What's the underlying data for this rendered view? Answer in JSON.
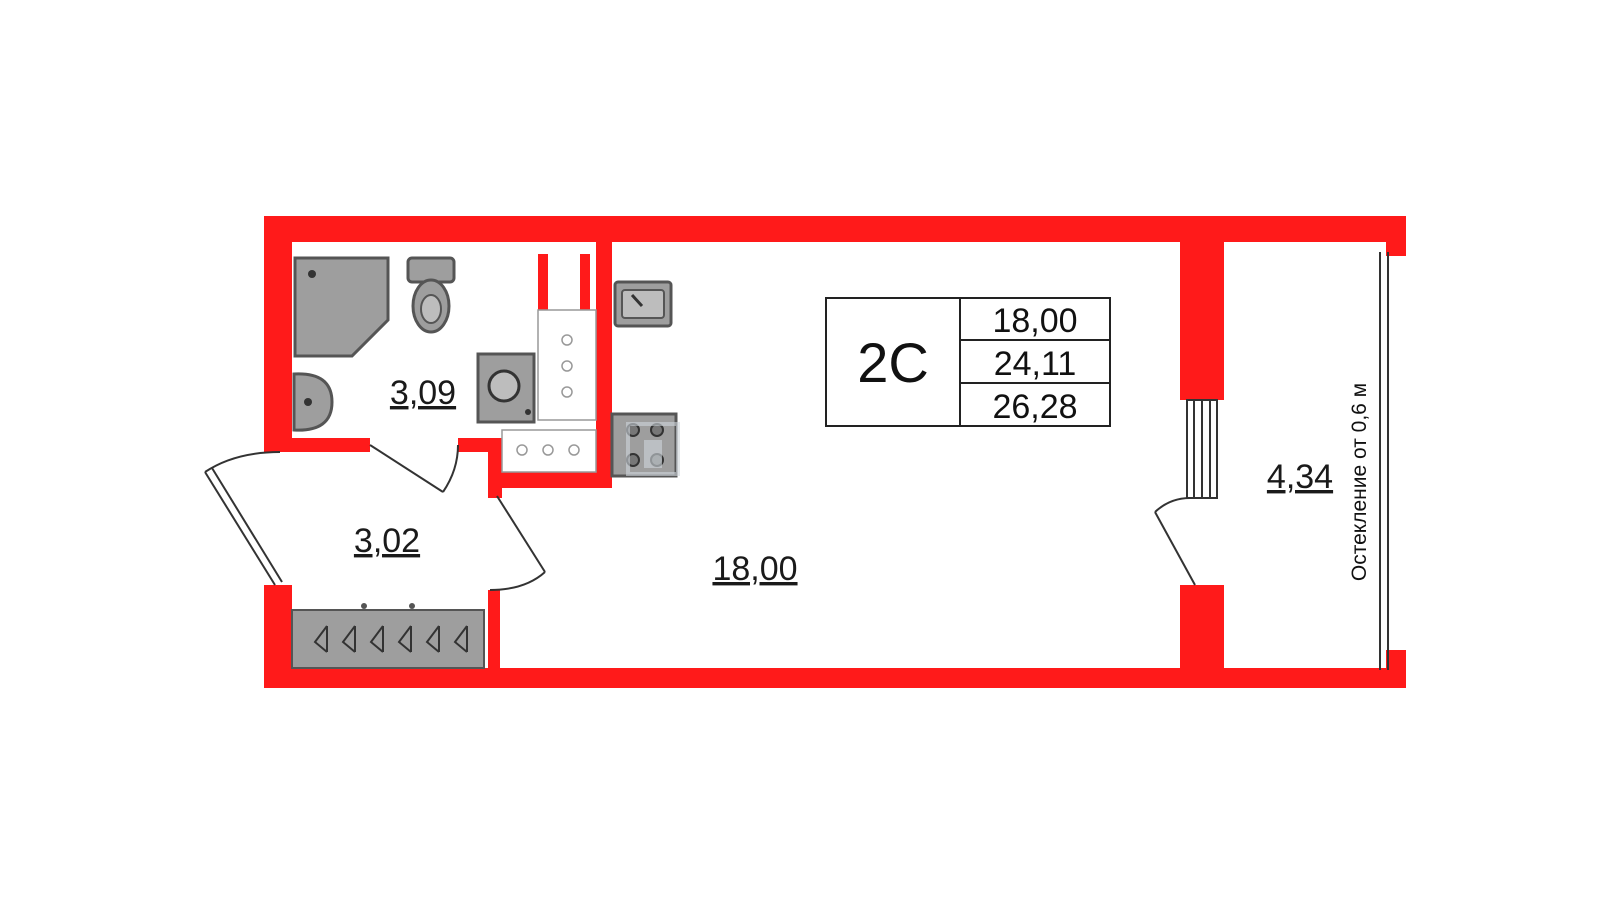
{
  "apartment": {
    "type_code": "2С",
    "areas": {
      "living": "18,00",
      "total": "24,11",
      "total_with_balcony": "26,28"
    }
  },
  "rooms": {
    "bathroom": "3,09",
    "hallway": "3,02",
    "main_room": "18,00",
    "balcony": "4,34"
  },
  "balcony_glazing_note": "Остекление от 0,6 м",
  "colors": {
    "wall": "#ff1a1a",
    "fixture": "#9e9e9e",
    "fixture_dark": "#555555",
    "background": "#ffffff"
  },
  "icons": [
    "shower-icon",
    "toilet-icon",
    "washbasin-icon",
    "washing-machine-icon",
    "kitchen-sink-icon",
    "stove-icon",
    "wardrobe-icon"
  ]
}
